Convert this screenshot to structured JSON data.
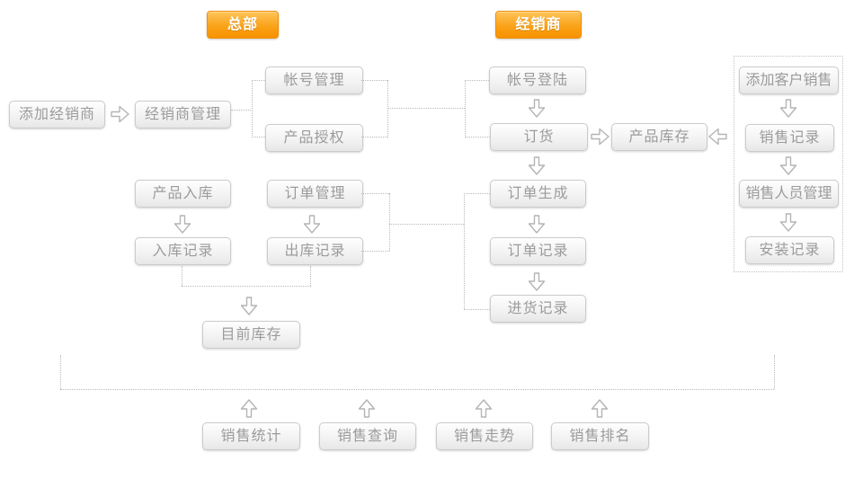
{
  "tags": {
    "hq": "总部",
    "dealer": "经销商"
  },
  "hq": {
    "add_dealer": "添加经销商",
    "dealer_mgmt": "经销商管理",
    "account_mgmt": "帐号管理",
    "product_auth": "产品授权",
    "product_inbound": "产品入库",
    "order_mgmt": "订单管理",
    "inbound_record": "入库记录",
    "outbound_record": "出库记录",
    "current_stock": "目前库存"
  },
  "dealer": {
    "account_login": "帐号登陆",
    "order_goods": "订货",
    "product_stock": "产品库存",
    "order_generate": "订单生成",
    "order_record": "订单记录",
    "purchase_record": "进货记录"
  },
  "customer_sales": {
    "add_customer_sale": "添加客户销售",
    "sales_record": "销售记录",
    "sales_staff_mgmt": "销售人员管理",
    "install_record": "安装记录"
  },
  "reports": {
    "sales_stats": "销售统计",
    "sales_query": "销售查询",
    "sales_trend": "销售走势",
    "sales_rank": "销售排名"
  },
  "colors": {
    "accent_orange": "#f89b04",
    "accent_orange_light": "#fec45a",
    "node_border": "#cbcbcb",
    "node_text": "#9b9b9b",
    "connector_line": "#b9b9b9",
    "background": "#ffffff"
  }
}
